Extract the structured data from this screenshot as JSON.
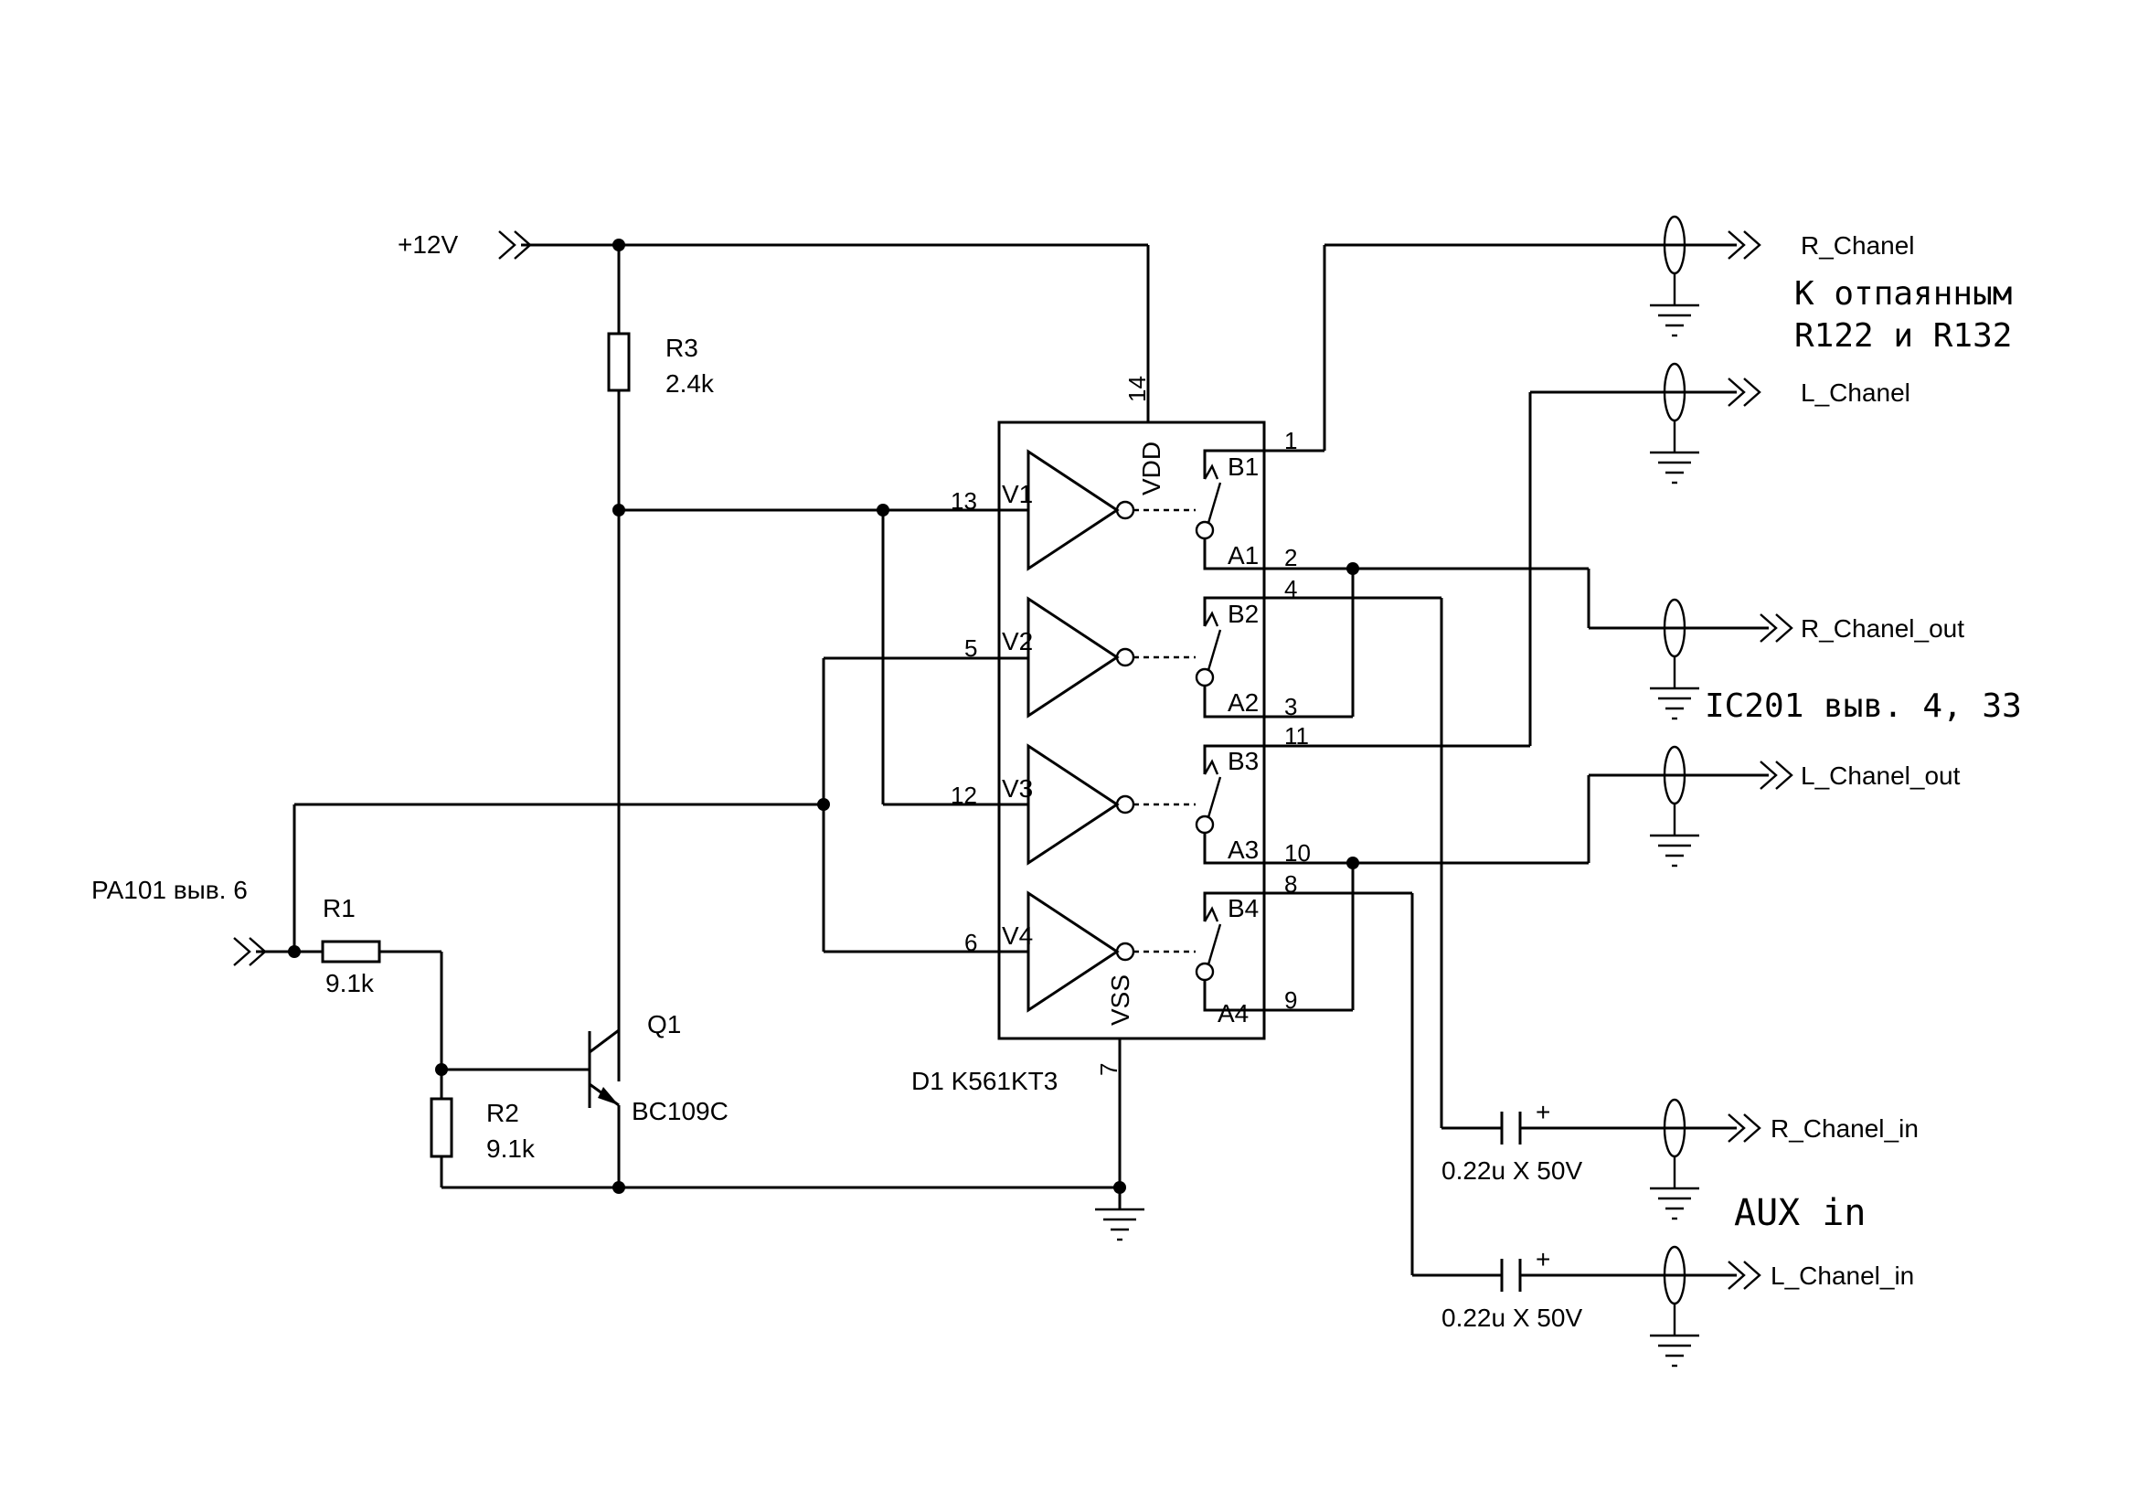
{
  "power": {
    "vcc_label": "+12V"
  },
  "input": {
    "label": "PA101 выв. 6"
  },
  "components": {
    "r1": {
      "ref": "R1",
      "value": "9.1k"
    },
    "r2": {
      "ref": "R2",
      "value": "9.1k"
    },
    "r3": {
      "ref": "R3",
      "value": "2.4k"
    },
    "q1": {
      "ref": "Q1",
      "part": "BC109C"
    },
    "d1": {
      "label": "D1 K561KT3"
    },
    "c1": {
      "value": "0.22u X 50V"
    },
    "c2": {
      "value": "0.22u X 50V"
    },
    "cap_plus": "+"
  },
  "ic": {
    "pins": {
      "p1": "1",
      "p2": "2",
      "p3": "3",
      "p4": "4",
      "p5": "5",
      "p6": "6",
      "p7": "7",
      "p8": "8",
      "p9": "9",
      "p10": "10",
      "p11": "11",
      "p12": "12",
      "p13": "13",
      "p14": "14"
    },
    "names": {
      "v1": "V1",
      "v2": "V2",
      "v3": "V3",
      "v4": "V4",
      "a1": "A1",
      "a2": "A2",
      "a3": "A3",
      "a4": "A4",
      "b1": "B1",
      "b2": "B2",
      "b3": "B3",
      "b4": "B4",
      "vdd": "VDD",
      "vss": "VSS"
    }
  },
  "connectors": {
    "r_chanel": "R_Chanel",
    "l_chanel": "L_Chanel",
    "r_chanel_out": "R_Chanel_out",
    "l_chanel_out": "L_Chanel_out",
    "r_chanel_in": "R_Chanel_in",
    "l_chanel_in": "L_Chanel_in"
  },
  "notes": {
    "line1": "К отпаянным",
    "line2": "R122 и R132",
    "ic201": "IC201 выв. 4, 33",
    "aux": "AUX in"
  }
}
